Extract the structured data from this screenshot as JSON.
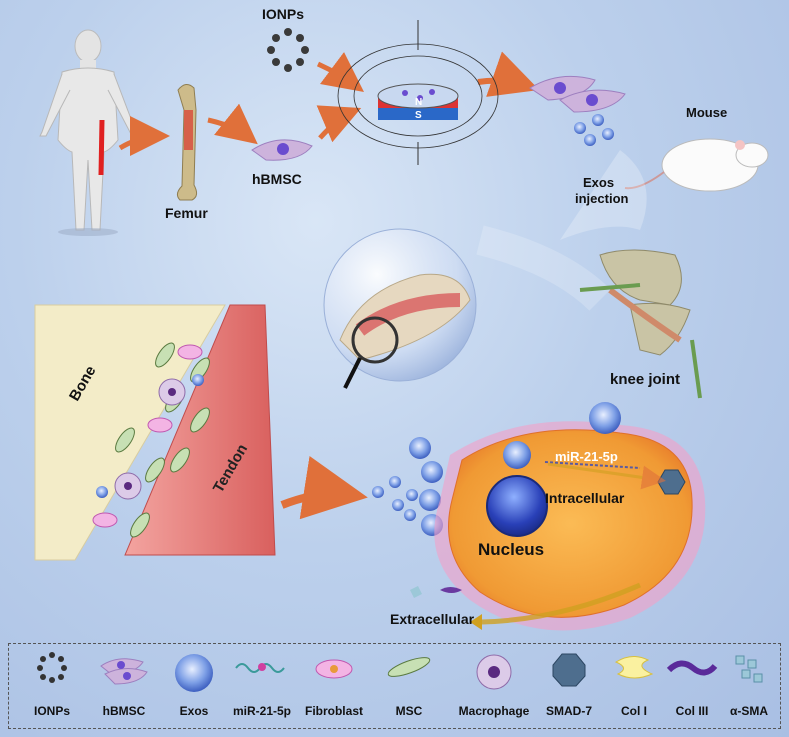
{
  "labels": {
    "ionps": "IONPs",
    "femur": "Femur",
    "hbmsc": "hBMSC",
    "mouse": "Mouse",
    "exos_injection_line1": "Exos",
    "exos_injection_line2": "injection",
    "knee_joint": "knee joint",
    "bone": "Bone",
    "tendon": "Tendon",
    "mir": "miR-21-5p",
    "intracellular": "Intracellular",
    "nucleus": "Nucleus",
    "extracellular": "Extracellular",
    "magnet_n": "N",
    "magnet_s": "S"
  },
  "legend": [
    {
      "name": "ionps",
      "label": "IONPs"
    },
    {
      "name": "hbmsc",
      "label": "hBMSC"
    },
    {
      "name": "exos",
      "label": "Exos"
    },
    {
      "name": "mir",
      "label": "miR-21-5p"
    },
    {
      "name": "fibroblast",
      "label": "Fibroblast"
    },
    {
      "name": "msc",
      "label": "MSC"
    },
    {
      "name": "macrophage",
      "label": "Macrophage"
    },
    {
      "name": "smad7",
      "label": "SMAD-7"
    },
    {
      "name": "col1",
      "label": "Col I"
    },
    {
      "name": "col3",
      "label": "Col III"
    },
    {
      "name": "asma",
      "label": "α-SMA"
    }
  ],
  "colors": {
    "arrow": "#e0703a",
    "cell": "#f4a23a",
    "tendon": "#e07b7b",
    "bone": "#f3ecc8",
    "exos": "#5a7fd6"
  }
}
